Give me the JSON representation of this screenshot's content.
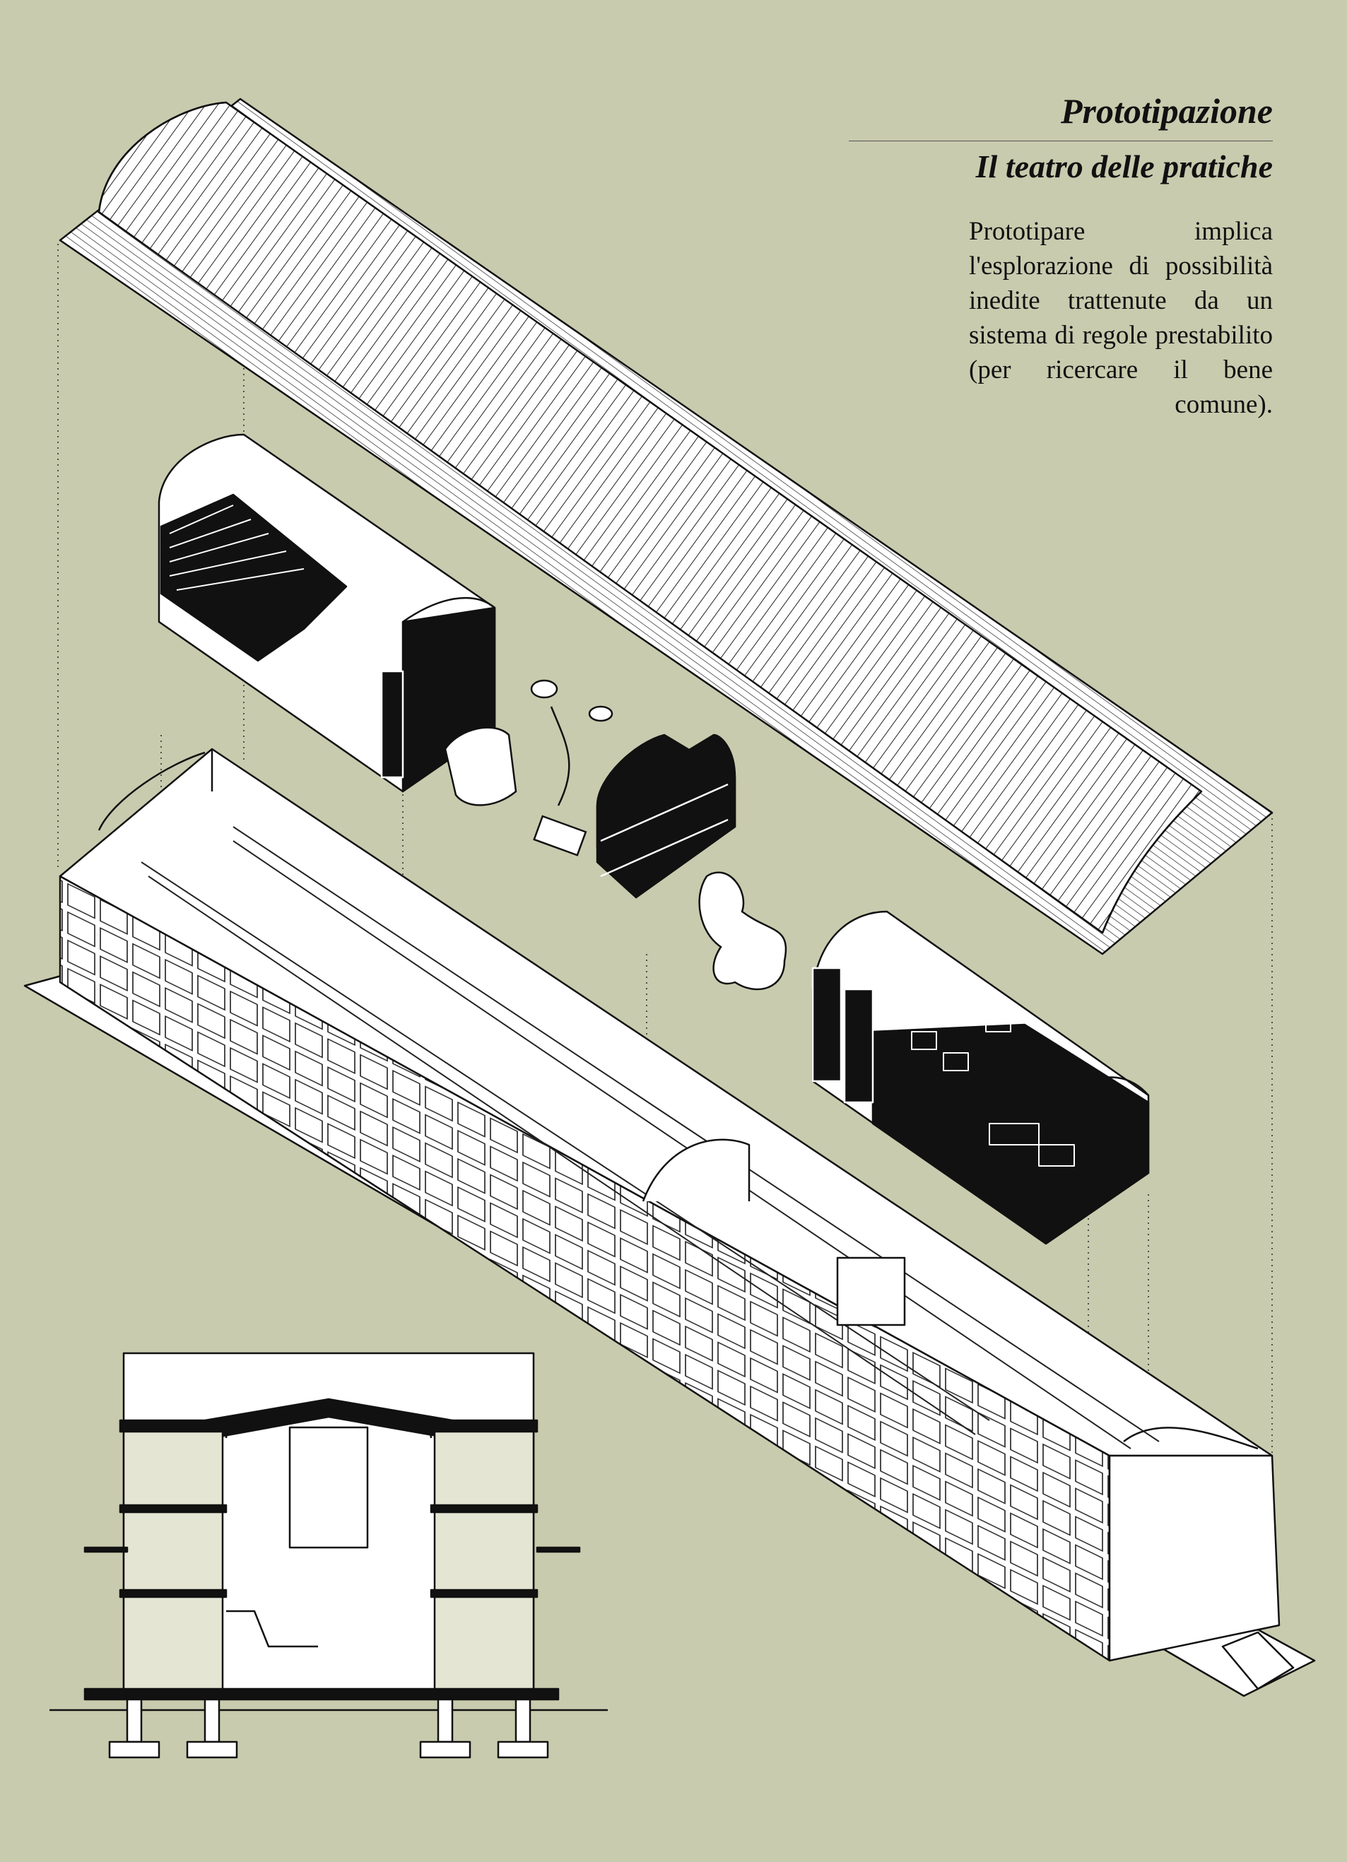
{
  "header": {
    "title": "Prototipazione",
    "subtitle": "Il teatro delle pratiche"
  },
  "description": {
    "text": "Prototipare implica l'esplorazione di possibilità inedite trattenute da un sistema di regole prestabilito (per ricercare il bene comune)."
  },
  "colors": {
    "background": "#c9cbae",
    "line": "#111111",
    "fill": "#ffffff",
    "section_fill": "#e4e5d3"
  }
}
